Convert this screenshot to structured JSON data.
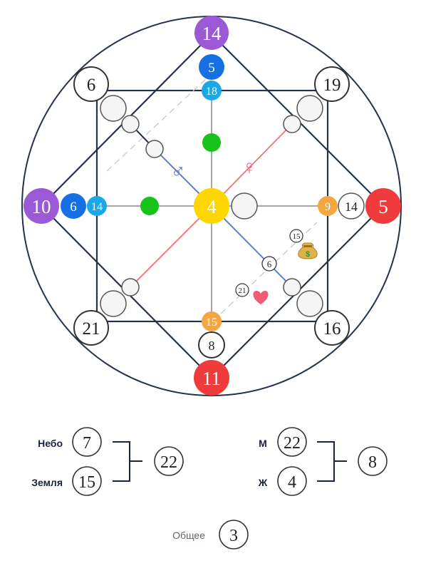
{
  "colors": {
    "line_dark": "#24324a",
    "line_grey": "#8a8a8a",
    "line_dash": "#c8c8c8",
    "purple": "#9b59d6",
    "blue": "#1670e3",
    "light_blue": "#1aa8e8",
    "green": "#17c21a",
    "yellow": "#ffd500",
    "orange": "#f4a640",
    "red": "#ef3b3b",
    "pink_line": "#f0707a",
    "blue_line": "#5b7fd6",
    "male_symbol": "#4d7fe0",
    "female_symbol": "#f06a78"
  },
  "matrix": {
    "top": "14",
    "top_inner": "5",
    "top_second": "18",
    "left": "10",
    "left_inner": "6",
    "left_second": "14",
    "right": "5",
    "right_inner": "14",
    "right_second": "9",
    "bottom": "11",
    "bottom_inner": "8",
    "bottom_second": "15",
    "center": "4",
    "corner_tl": "6",
    "corner_tr": "19",
    "corner_bl": "21",
    "corner_br": "16",
    "money_value": "15",
    "love_value": "21",
    "diag_value": "6",
    "male_symbol": "♂",
    "female_symbol": "♀",
    "money_icon": "money-bag-icon",
    "love_icon": "heart-icon"
  },
  "summary": {
    "sky_label": "Небо",
    "sky_value": "7",
    "earth_label": "Земля",
    "earth_value": "15",
    "sky_earth_total": "22",
    "m_label": "М",
    "m_value": "22",
    "f_label": "Ж",
    "f_value": "4",
    "mf_total": "8",
    "general_label": "Общее",
    "general_value": "3"
  }
}
